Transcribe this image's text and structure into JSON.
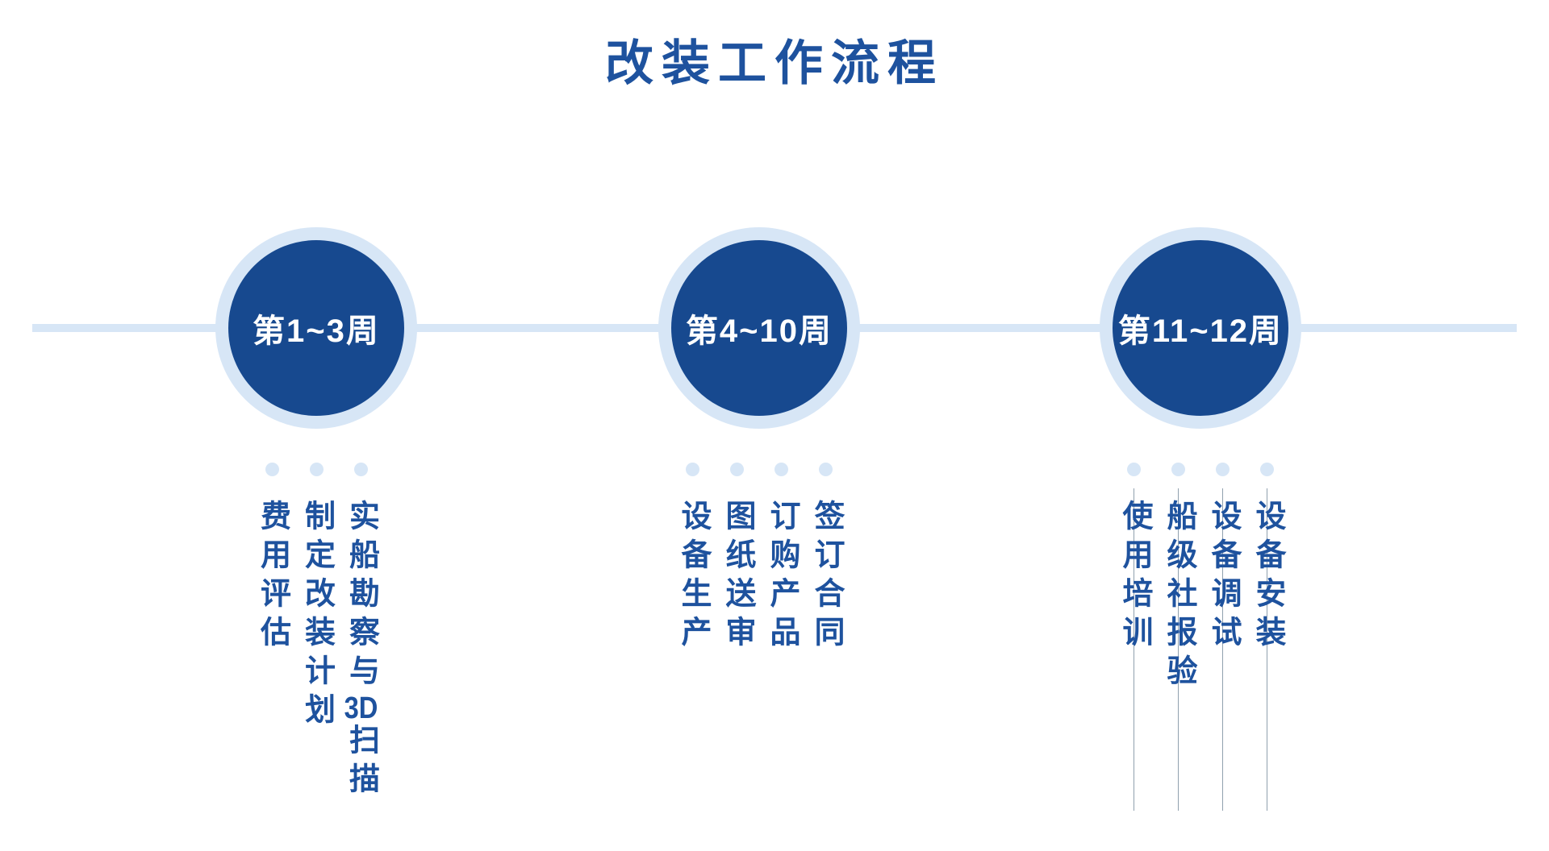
{
  "title": "改装工作流程",
  "colors": {
    "circle_blue": "#17498F",
    "text_blue": "#1E529E",
    "light_blue": "#D7E6F6",
    "guide_line_gray": "#90A0AE",
    "week_label_white": "#FFFFFF",
    "background": "#FFFFFF"
  },
  "timeline": {
    "milestones": [
      {
        "week_label": "第1~3周",
        "tasks": [
          "实船勘察与3D扫描",
          "制定改装计划",
          "费用评估"
        ],
        "column_guide_lines": false
      },
      {
        "week_label": "第4~10周",
        "tasks": [
          "签订合同",
          "订购产品",
          "图纸送审",
          "设备生产"
        ],
        "column_guide_lines": false
      },
      {
        "week_label": "第11~12周",
        "tasks": [
          "设备安装",
          "设备调试",
          "船级社报验",
          "使用培训"
        ],
        "column_guide_lines": true
      }
    ]
  }
}
